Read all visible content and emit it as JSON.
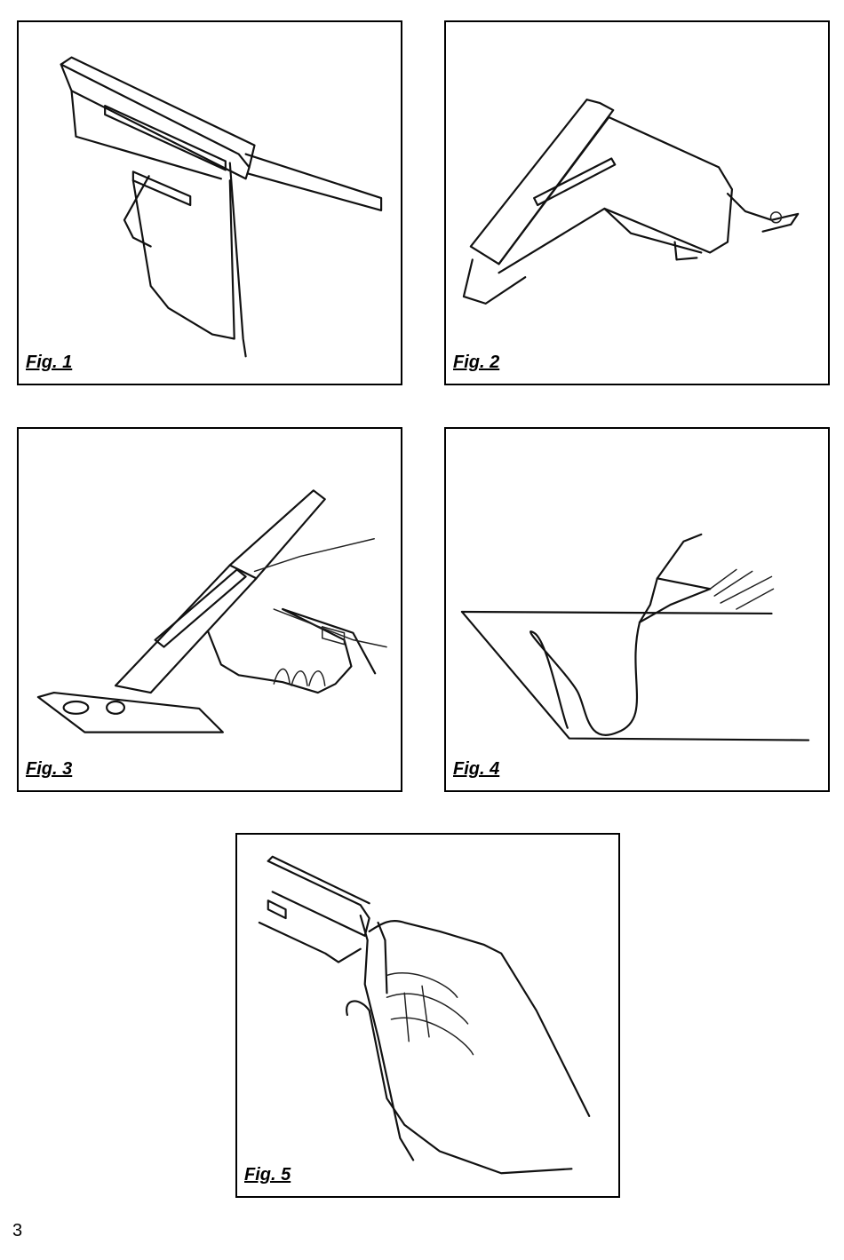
{
  "figures": [
    {
      "caption": "Fig. 1",
      "icon": "glue-gun-side-view"
    },
    {
      "caption": "Fig. 2",
      "icon": "glue-gun-on-stand"
    },
    {
      "caption": "Fig. 3",
      "icon": "glue-gun-applying-glue"
    },
    {
      "caption": "Fig. 4",
      "icon": "glue-bead-on-surface"
    },
    {
      "caption": "Fig. 5",
      "icon": "trigger-hand-grip"
    }
  ],
  "page": {
    "number": "3"
  }
}
